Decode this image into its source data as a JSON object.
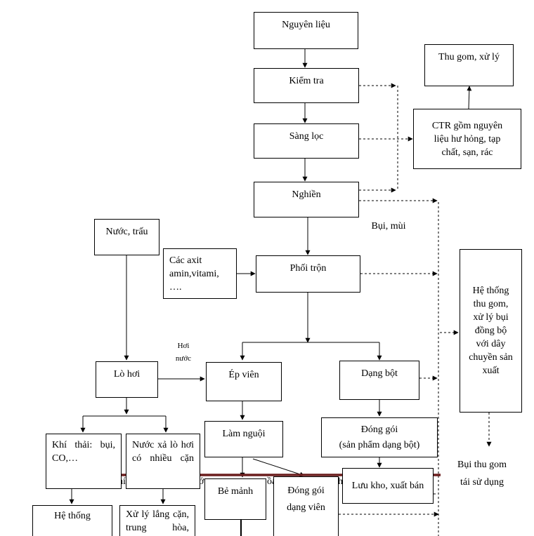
{
  "nodes": {
    "nguyen_lieu": "Nguyên liệu",
    "kiem_tra": "Kiểm tra",
    "sang_loc": "Sàng lọc",
    "nghien": "Nghiền",
    "thu_gom_xu_ly": "Thu gom, xử lý",
    "ctr": "CTR gồm nguyên liệu hư hỏng, tạp chất, sạn, rác",
    "nuoc_trau": "Nước, trấu",
    "axit": "Các axit amin,vitami, ….",
    "phoi_tron": "Phối trộn",
    "he_thong_thu_gom": "Hệ thống thu gom, xử lý bụi đồng bộ với dây chuyền sản xuất",
    "lo_hoi": "Lò hơi",
    "ep_vien": "Ép viên",
    "dang_bot": "Dạng bột",
    "khi_thai": "Khí thải: bụi, CO,…",
    "nuoc_xa": "Nước xả lò hơi có nhiều cặn",
    "lam_nguoi": "Làm nguội",
    "dong_goi_bot_1": "Đóng gói",
    "dong_goi_bot_2": "(sản phẩm dạng bột)",
    "be_manh": "Bẻ mảnh",
    "dong_goi_vien": "Đóng gói dạng viên",
    "luu_kho": "Lưu kho, xuất bán",
    "he_thong_bottom": "Hệ thống",
    "xu_ly_lang": "Xử lý lắng cặn, trung hòa,"
  },
  "labels": {
    "bui_mui": "Bụi, mùi",
    "hoi_nuoc_1": "Hơi",
    "hoi_nuoc_2": "nước",
    "bui_thu_gom_1": "Bụi thu gom",
    "bui_thu_gom_2": "tái sử dụng"
  },
  "partial_text": {
    "a": "hí",
    "b": "ớ",
    "c": "ồa",
    "d": "h"
  },
  "colors": {
    "divider": "#6b1e1e",
    "line": "#000000"
  }
}
